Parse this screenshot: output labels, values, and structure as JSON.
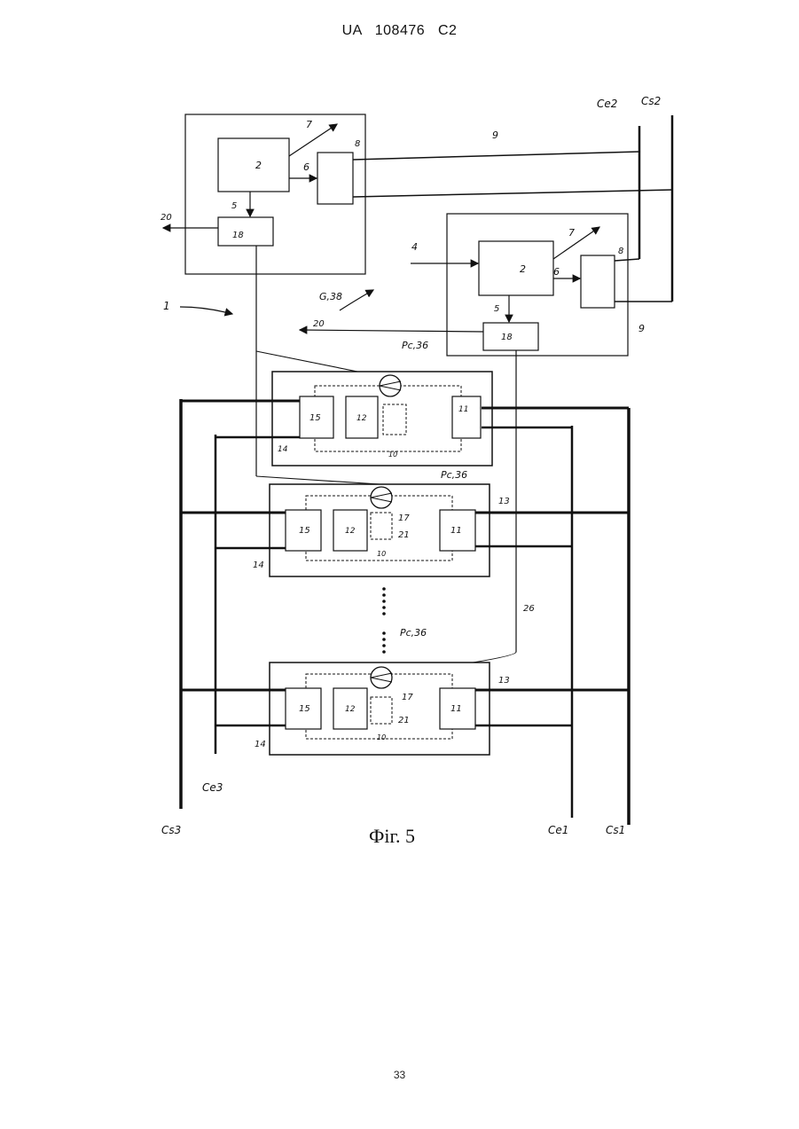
{
  "header": {
    "patent_number": "UA   108476   C2"
  },
  "figure": {
    "caption": "Фіг. 5",
    "system_ref": "1",
    "labels": {
      "bus_ce2": "Ce2",
      "bus_cs2": "Cs2",
      "bus_ce3": "Ce3",
      "bus_cs3": "Cs3",
      "bus_ce1": "Ce1",
      "bus_cs1": "Cs1",
      "group_label": "G,38",
      "module_label": "Pc,36",
      "ref_2": "2",
      "ref_4": "4",
      "ref_5": "5",
      "ref_6": "6",
      "ref_7": "7",
      "ref_8": "8",
      "ref_9": "9",
      "ref_10": "10",
      "ref_11": "11",
      "ref_12": "12",
      "ref_13": "13",
      "ref_14": "14",
      "ref_15": "15",
      "ref_17": "17",
      "ref_18": "18",
      "ref_20": "20",
      "ref_21": "21",
      "ref_26": "26",
      "dots": "⋮"
    }
  },
  "footer": {
    "page_number": "33"
  }
}
